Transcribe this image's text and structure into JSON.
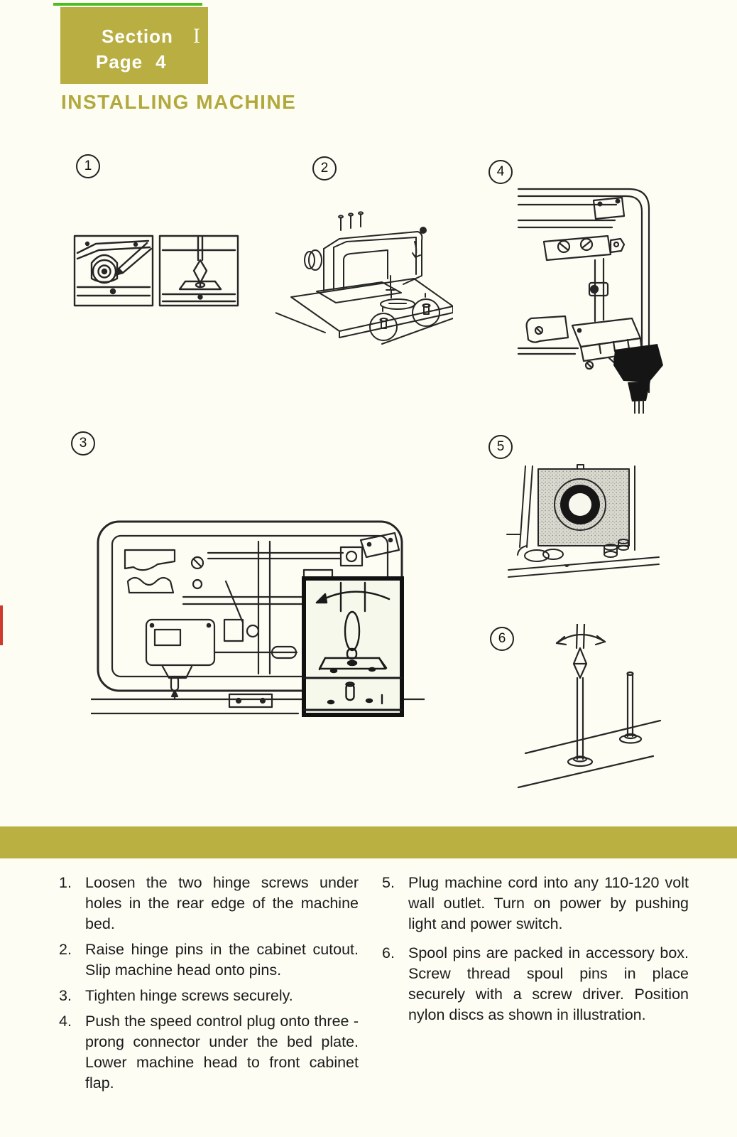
{
  "page": {
    "section_label": "Section",
    "section_number": "I",
    "page_label": "Page",
    "page_number": "4",
    "title": "INSTALLING MACHINE"
  },
  "figures": [
    {
      "label": "1",
      "name": "hinge-screws-diagram"
    },
    {
      "label": "2",
      "name": "machine-head-on-cabinet-diagram"
    },
    {
      "label": "3",
      "name": "underside-bed-hinge-pin-inset-diagram"
    },
    {
      "label": "4",
      "name": "speed-control-plug-diagram"
    },
    {
      "label": "5",
      "name": "handwheel-power-switch-diagram"
    },
    {
      "label": "6",
      "name": "spool-pins-diagram"
    }
  ],
  "instructions": {
    "left": [
      {
        "num": "1.",
        "text": "Loosen the two hinge screws under holes in the rear edge of the machine bed."
      },
      {
        "num": "2.",
        "text": "Raise hinge pins in the cabinet cutout.  Slip machine head onto pins."
      },
      {
        "num": "3.",
        "text": "Tighten hinge screws securely."
      },
      {
        "num": "4.",
        "text": "Push the speed control plug onto three - prong connector under the bed plate.  Lower machine head to front cabinet flap."
      }
    ],
    "right": [
      {
        "num": "5.",
        "text": "Plug machine cord into any 110-120 volt wall outlet.  Turn on power by pushing light and power switch."
      },
      {
        "num": "6.",
        "text": "Spool pins are packed in accessory box.  Screw thread spoul pins in place securely with a screw driver.  Position nylon discs as shown in illustration."
      }
    ]
  },
  "colors": {
    "olive": "#b8ae41",
    "green_rule": "#4cbd21",
    "heading": "#b2a93c",
    "divider_bar": "#b9b041",
    "text": "#1b1b1b",
    "paper": "#fdfdf4"
  }
}
